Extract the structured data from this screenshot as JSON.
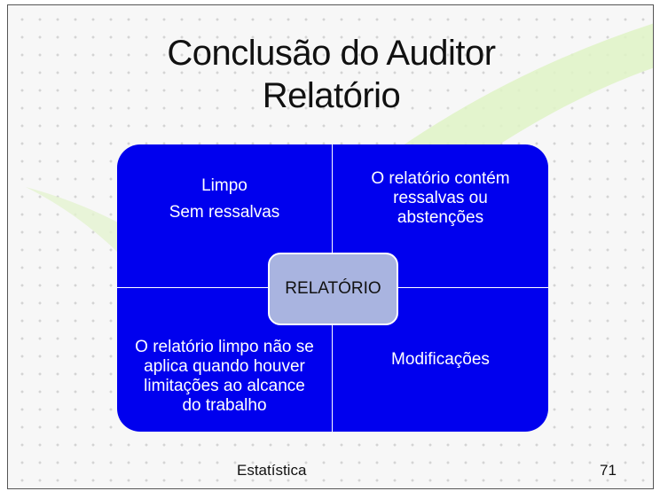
{
  "slide": {
    "title_line1": "Conclusão do Auditor",
    "title_line2": "Relatório",
    "matrix": {
      "center": "RELATÓRIO",
      "quadrants": [
        {
          "lines": [
            "Limpo",
            "Sem ressalvas"
          ]
        },
        {
          "text": "O relatório contém ressalvas ou abstenções"
        },
        {
          "text": "O relatório limpo não se aplica quando houver limitações ao alcance do trabalho"
        },
        {
          "text": "Modificações"
        }
      ]
    },
    "footer": "Estatística",
    "page_number": "71"
  },
  "colors": {
    "quadrant": "#0000ee",
    "center": "#a9b4e0",
    "swoosh": "#d8f0b8"
  }
}
